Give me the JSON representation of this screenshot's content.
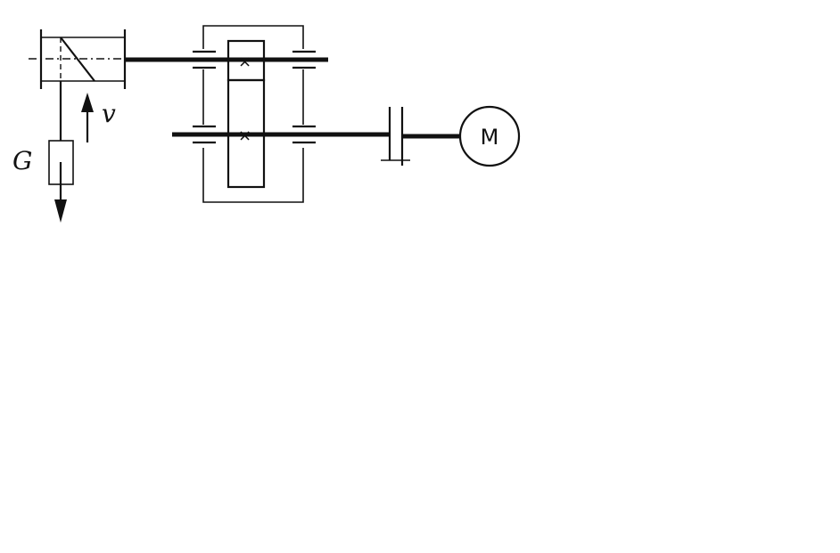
{
  "labels": {
    "load": "G",
    "velocity": "v",
    "motor": "M",
    "gear_mark_upper": "×",
    "gear_mark_lower": "×"
  },
  "colors": {
    "ink": "#111111",
    "background": "#ffffff"
  }
}
